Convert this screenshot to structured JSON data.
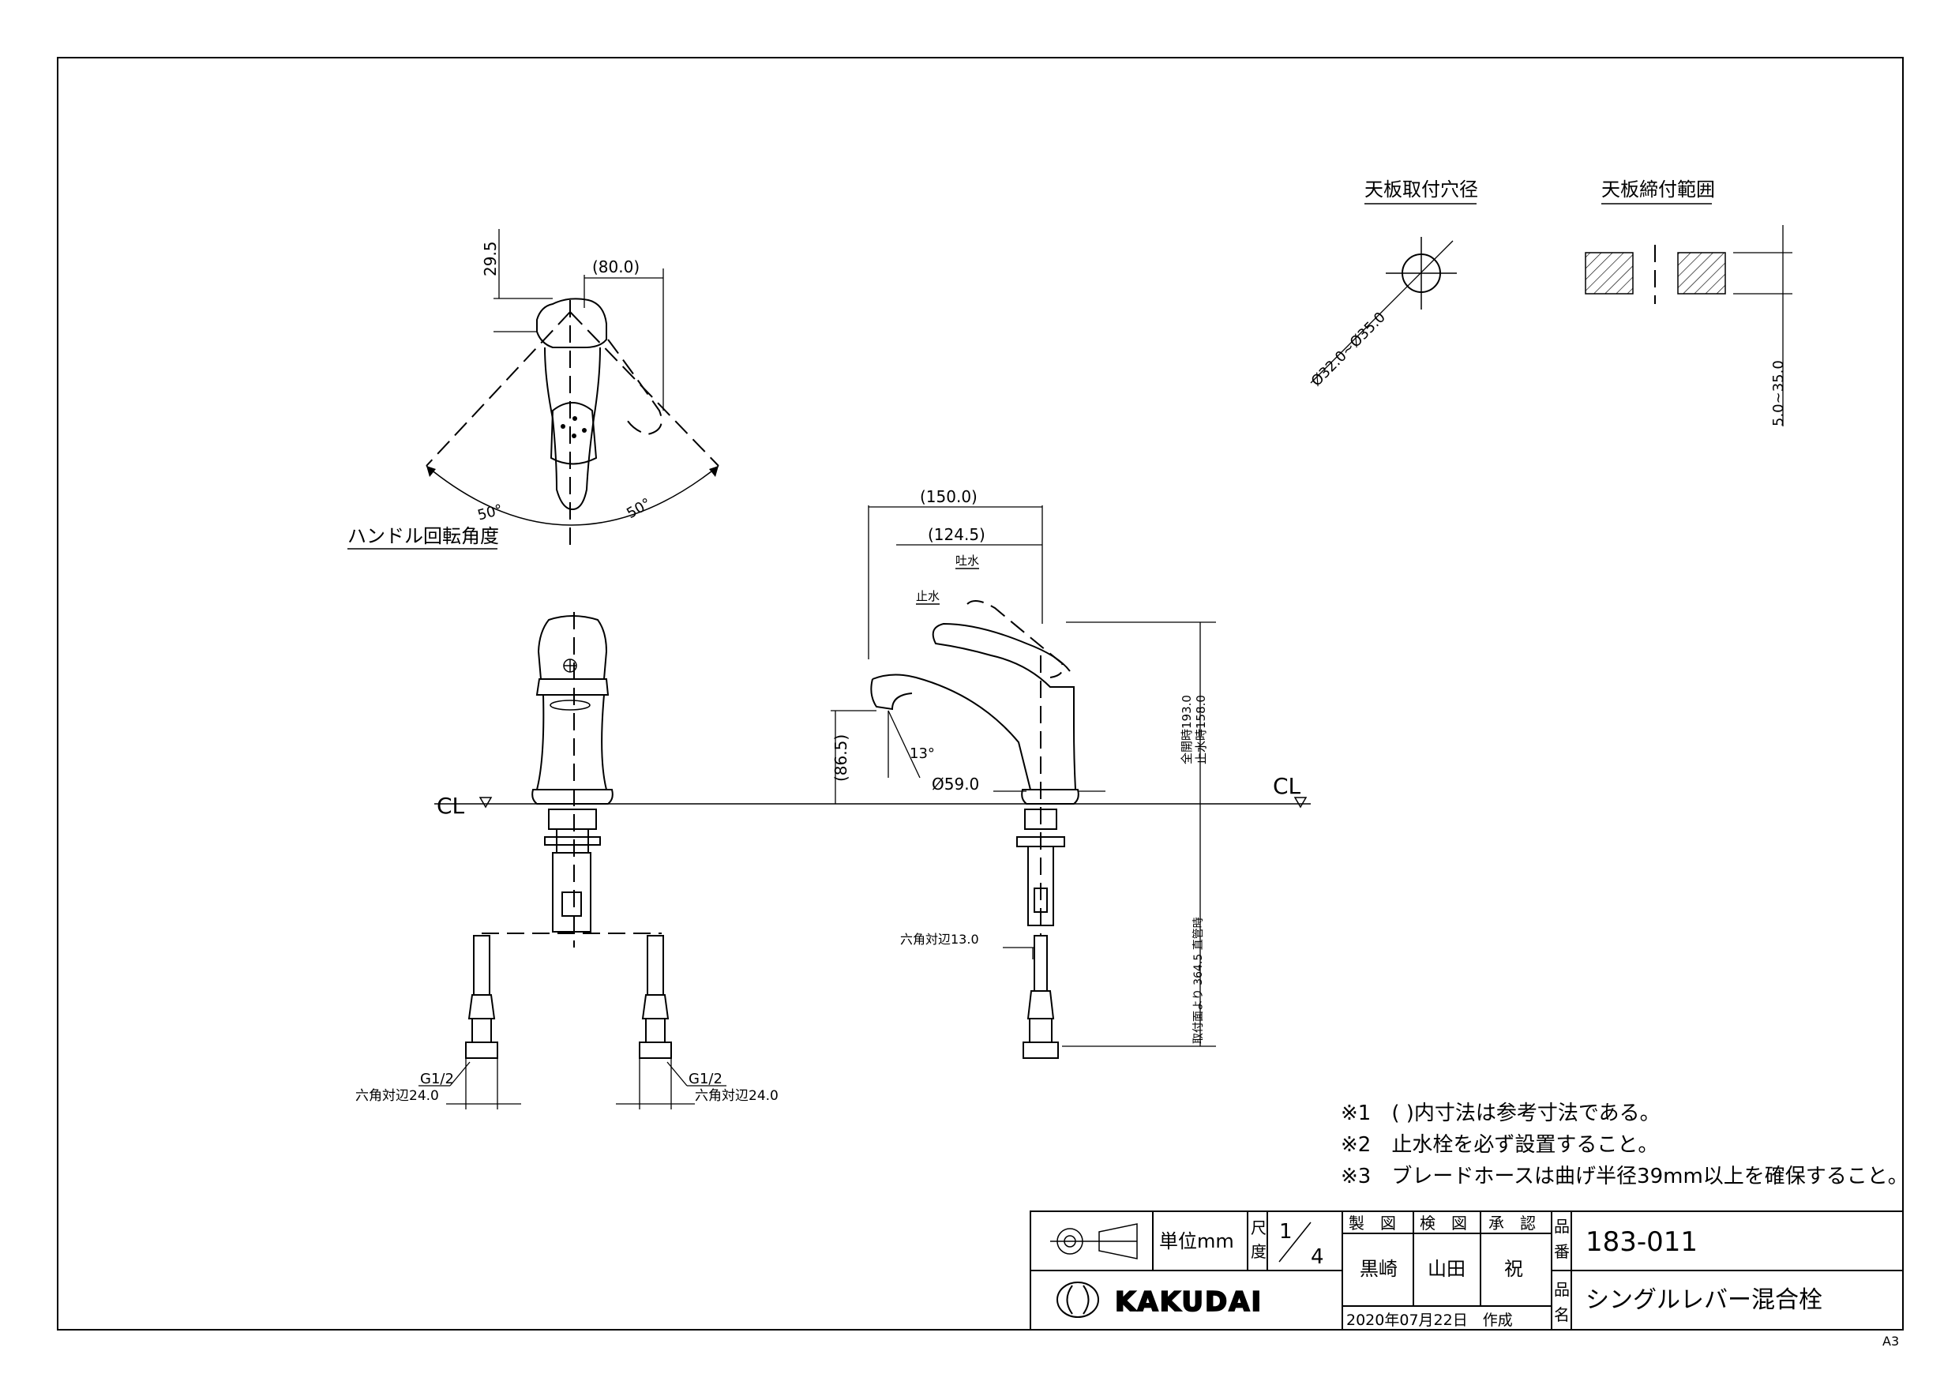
{
  "labels": {
    "handle_angle": "ハンドル回転角度",
    "hole_dia_title": "天板取付穴径",
    "fasten_range_title": "天板締付範囲",
    "spout_water": "吐水",
    "stop_water": "止水",
    "cl": "CL",
    "g12": "G1/2",
    "hex24": "六角対辺24.0",
    "hex13": "六角対辺13.0",
    "dim_total_open": "全開時193.0",
    "dim_stop": "止水時158.0",
    "dim_hose": "取付面より 364.5 直管時"
  },
  "dims": {
    "d80": "(80.0)",
    "d295": "29.5",
    "a50": "50°",
    "d150": "(150.0)",
    "d1245": "(124.5)",
    "d865": "(86.5)",
    "a13": "13°",
    "d59": "Ø59.0",
    "hole_dia": "Ø32.0~Ø35.0",
    "fasten": "5.0~35.0"
  },
  "notes": [
    "※1　( )内寸法は参考寸法である。",
    "※2　止水栓を必ず設置すること。",
    "※3　ブレードホースは曲げ半径39mm以上を確保すること。"
  ],
  "title_block": {
    "unit": "単位mm",
    "scale_label": "尺度",
    "scale_num": "1",
    "scale_den": "4",
    "made": "製　図",
    "checked": "検　図",
    "approved": "承　認",
    "made_by": "黒崎",
    "checked_by": "山田",
    "approved_by": "祝",
    "part_no_label": "品番",
    "part_no": "183-011",
    "part_name_label": "品名",
    "part_name": "シングルレバー混合栓",
    "date": "2020年07月22日　作成",
    "brand": "KAKUDAI"
  },
  "sheet_size": "A3"
}
